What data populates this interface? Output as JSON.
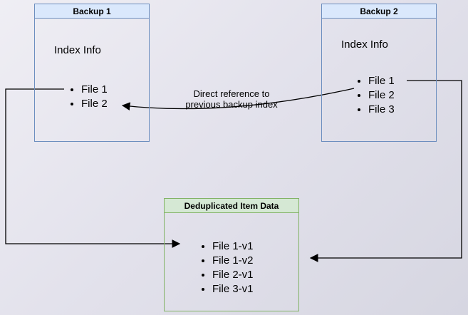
{
  "diagram": {
    "backup1": {
      "title": "Backup 1",
      "subtitle": "Index Info",
      "files": [
        "File 1",
        "File 2"
      ]
    },
    "backup2": {
      "title": "Backup 2",
      "subtitle": "Index Info",
      "files": [
        "File 1",
        "File 2",
        "File 3"
      ]
    },
    "dedup": {
      "title": "Deduplicated Item Data",
      "files": [
        "File 1-v1",
        "File 1-v2",
        "File 2-v1",
        "File 3-v1"
      ]
    },
    "annotation": {
      "line1": "Direct reference to",
      "line2": "previous backup index"
    },
    "colors": {
      "blue_fill": "#dae8fc",
      "blue_border": "#6c8ebf",
      "green_fill": "#d5e8d4",
      "green_border": "#82b366",
      "arrow": "#000000",
      "background": "#e3e2ec"
    }
  }
}
